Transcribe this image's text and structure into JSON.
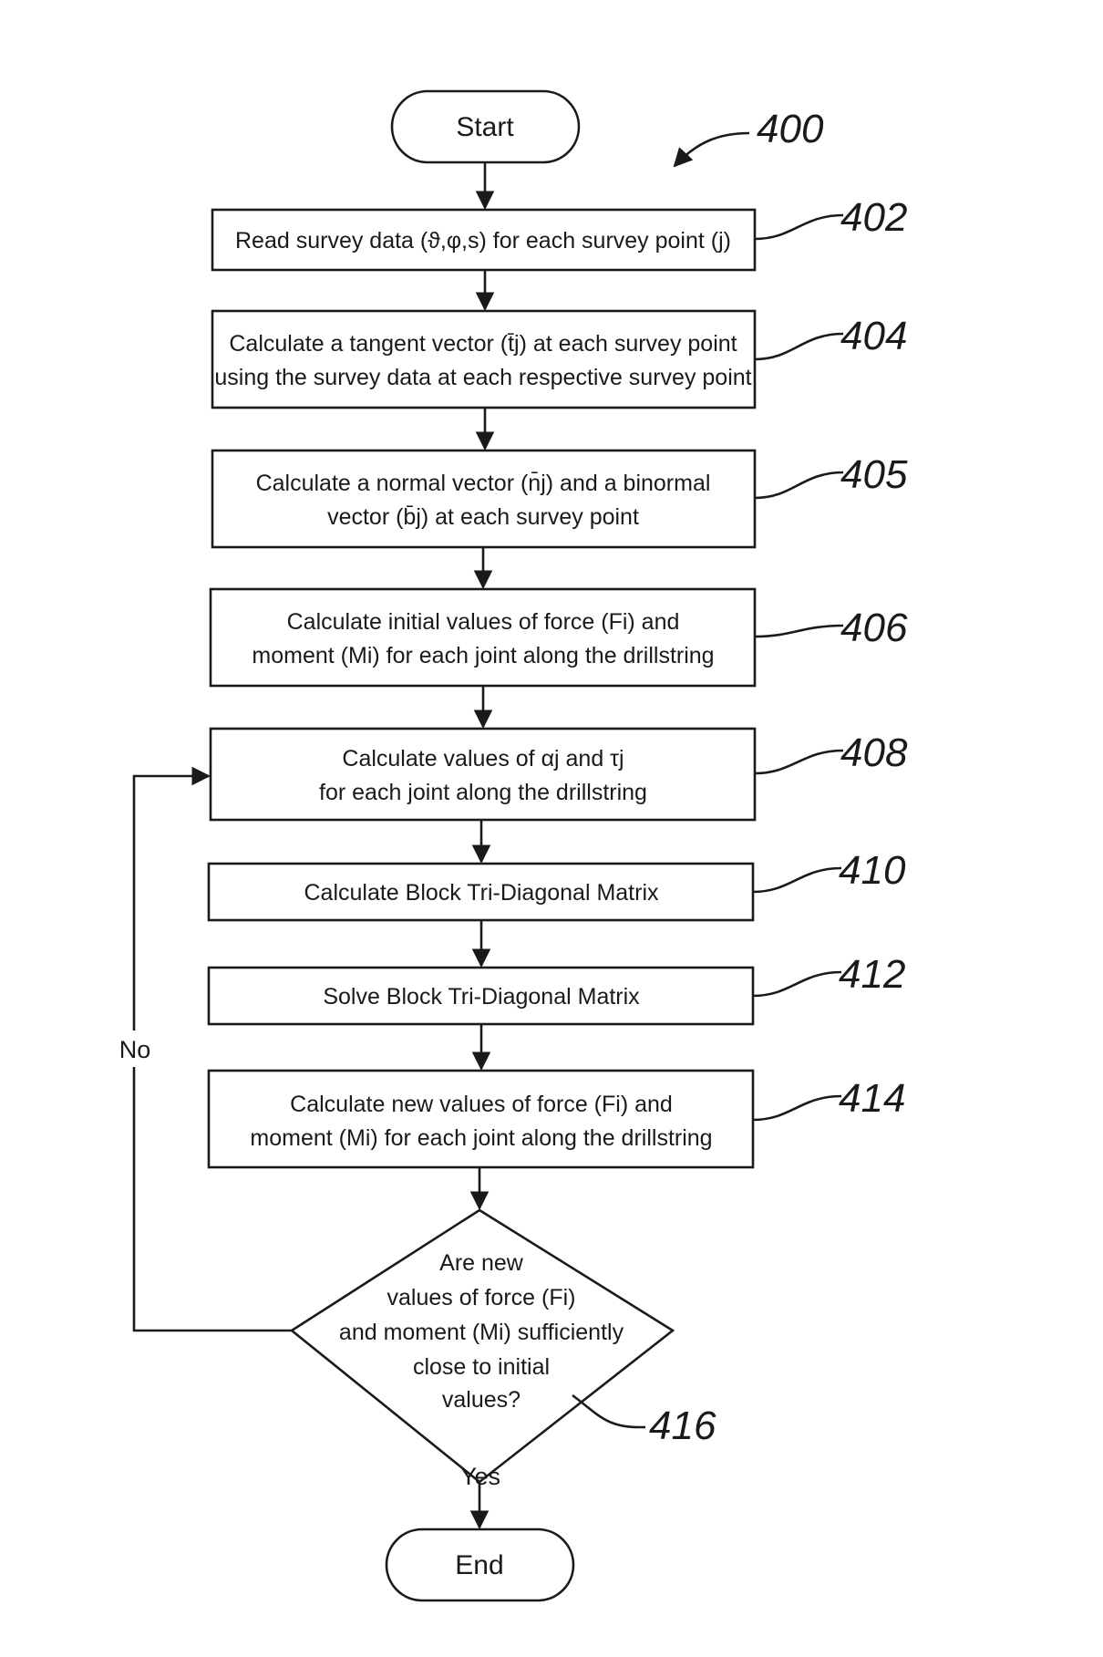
{
  "figure_ref": "400",
  "start": "Start",
  "end": "End",
  "steps": [
    {
      "ref": "402",
      "lines": [
        "Read survey data (ϑ,φ,s) for each survey point (j)"
      ]
    },
    {
      "ref": "404",
      "lines": [
        "Calculate a tangent vector (t̄j) at each survey point",
        "using the survey data at each respective survey point"
      ]
    },
    {
      "ref": "405",
      "lines": [
        "Calculate a normal vector (n̄j) and a binormal",
        "vector (b̄j) at each survey point"
      ]
    },
    {
      "ref": "406",
      "lines": [
        "Calculate initial values of force (Fi) and",
        "moment (Mi) for each joint along the drillstring"
      ]
    },
    {
      "ref": "408",
      "lines": [
        "Calculate values of αj and τj",
        "for each joint along the drillstring"
      ]
    },
    {
      "ref": "410",
      "lines": [
        "Calculate Block Tri-Diagonal Matrix"
      ]
    },
    {
      "ref": "412",
      "lines": [
        "Solve Block Tri-Diagonal Matrix"
      ]
    },
    {
      "ref": "414",
      "lines": [
        "Calculate new values of force (Fi) and",
        "moment (Mi) for each joint along the drillstring"
      ]
    }
  ],
  "decision": {
    "ref": "416",
    "lines": [
      "Are new",
      "values of force (Fi)",
      "and moment (Mi) sufficiently",
      "close to initial",
      "values?"
    ],
    "yes": "Yes",
    "no": "No"
  }
}
